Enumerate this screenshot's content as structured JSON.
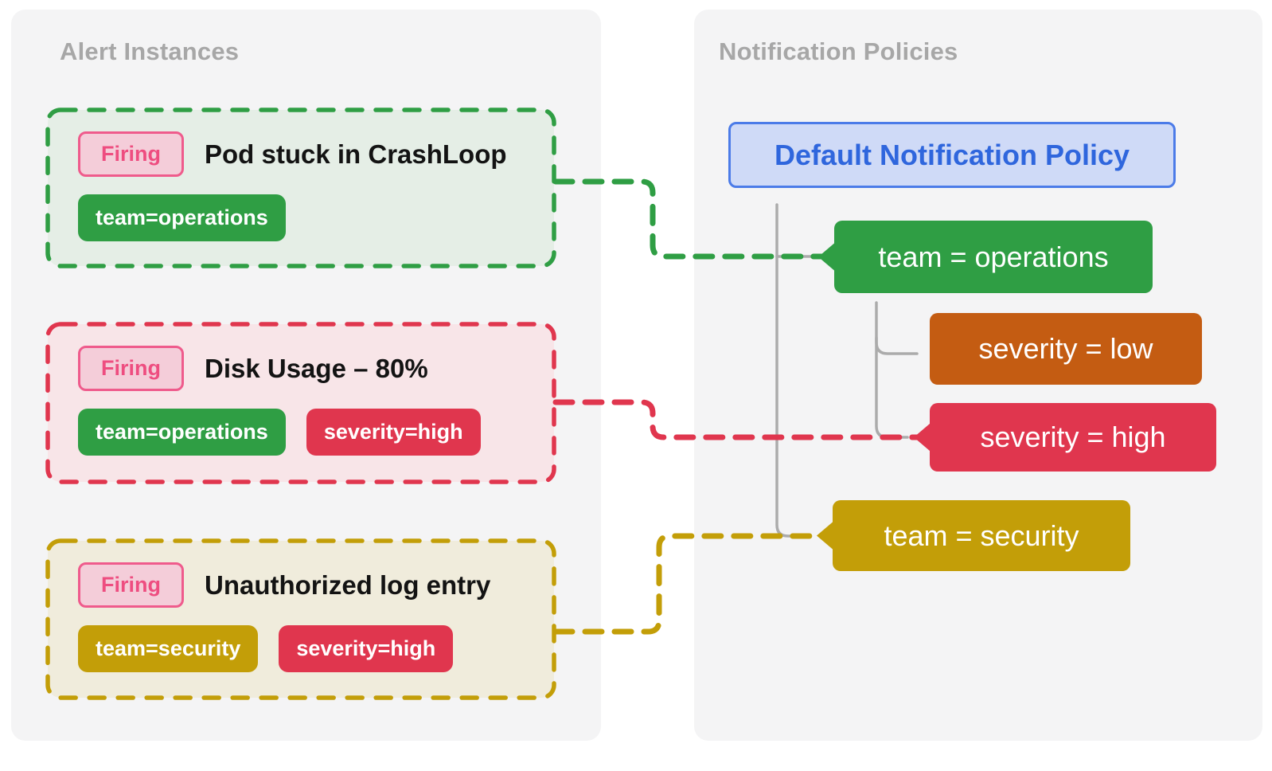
{
  "colors": {
    "page_bg": "#ffffff",
    "panel_bg": "#f4f4f5",
    "heading_gray": "#a7a7a7",
    "green": "#2f9e44",
    "green_card_bg": "#e5eee6",
    "red": "#e0364e",
    "red_card_bg": "#f8e5e8",
    "gold": "#c39e08",
    "gold_card_bg": "#f0ecdc",
    "orange": "#c45c12",
    "pink_badge_border": "#ef5b8c",
    "pink_badge_bg": "#f4cdd9",
    "pink_badge_text": "#ee4d80",
    "blue_border": "#4b7be8",
    "blue_bg": "#cfdaf7",
    "blue_text": "#2f66dd",
    "tree_line_gray": "#ababab",
    "card_title_black": "#131313"
  },
  "left_panel": {
    "title": "Alert Instances",
    "cards": [
      {
        "status_badge": "Firing",
        "title": "Pod stuck in CrashLoop",
        "labels": [
          "team=operations"
        ]
      },
      {
        "status_badge": "Firing",
        "title": "Disk Usage – 80%",
        "labels": [
          "team=operations",
          "severity=high"
        ]
      },
      {
        "status_badge": "Firing",
        "title": "Unauthorized log entry",
        "labels": [
          "team=security",
          "severity=high"
        ]
      }
    ]
  },
  "right_panel": {
    "title": "Notification Policies",
    "default_policy_label": "Default Notification Policy",
    "matchers": {
      "team_operations": "team = operations",
      "severity_low": "severity = low",
      "severity_high": "severity = high",
      "team_security": "team = security"
    }
  }
}
